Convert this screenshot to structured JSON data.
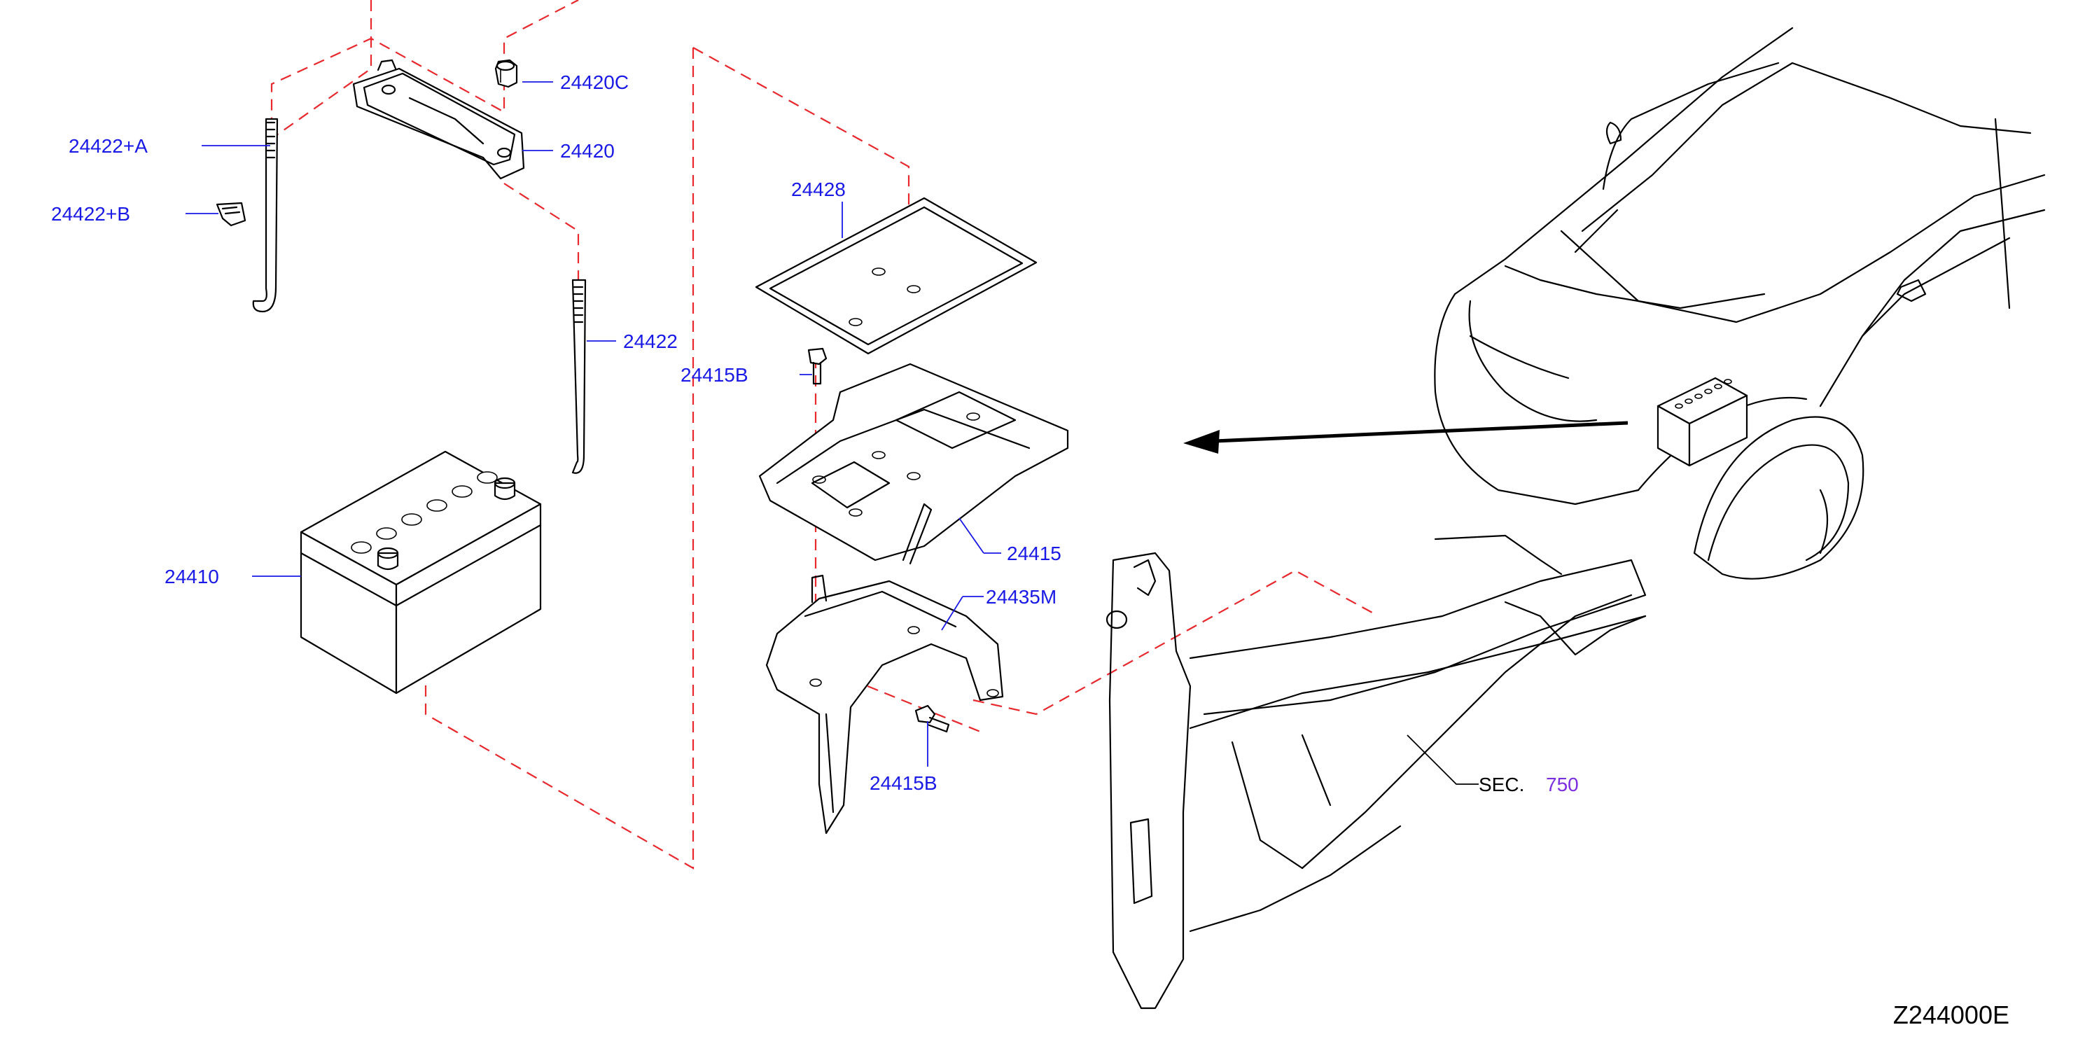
{
  "callouts": {
    "p24420c": "24420C",
    "p24420": "24420",
    "p24422a": "24422+A",
    "p24422b": "24422+B",
    "p24422": "24422",
    "p24428": "24428",
    "p24415b_top": "24415B",
    "p24415": "24415",
    "p24410": "24410",
    "p24435m": "24435M",
    "p24415b_bottom": "24415B"
  },
  "section_ref": {
    "prefix": "SEC.",
    "number": "750"
  },
  "diagram_code": "Z244000E",
  "colors": {
    "callout_text": "#1a1ae6",
    "section_link": "#7b2fe0",
    "phantom_dash": "#e8282c",
    "line_art": "#000000"
  }
}
